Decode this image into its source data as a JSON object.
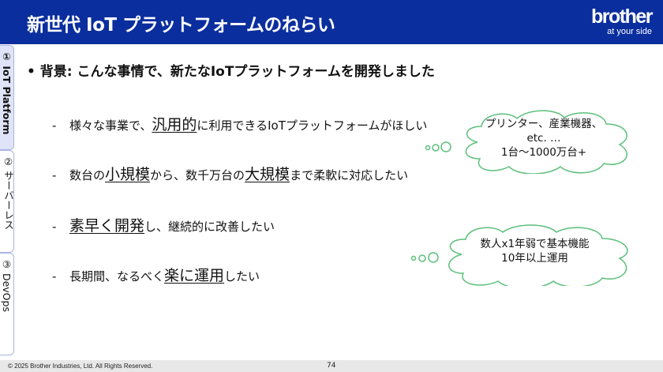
{
  "header": {
    "title": "新世代 IoT プラットフォームのねらい",
    "logo_main": "brother",
    "logo_tagline": "at your side"
  },
  "tabs": [
    {
      "label": "① IoT Platform",
      "active": true
    },
    {
      "label": "② サーバーレス",
      "active": false
    },
    {
      "label": "③ DevOps",
      "active": false
    }
  ],
  "main_bullet": "• 背景: こんな事情で、新たなIoTプラットフォームを開発しました",
  "items": [
    {
      "dash": "-",
      "pre": "様々な事業で、",
      "em": "汎用的",
      "post": "に利用できるIoTプラットフォームがほしい"
    },
    {
      "dash": "-",
      "pre": "数台の",
      "em": "小規模",
      "mid": "から、数千万台の",
      "em2": "大規模",
      "post": "まで柔軟に対応したい"
    },
    {
      "dash": "-",
      "pre": "",
      "em": "素早く開発",
      "post": "し、継続的に改善したい"
    },
    {
      "dash": "-",
      "pre": "長期間、なるべく",
      "em": "楽に運用",
      "post": "したい"
    }
  ],
  "cloud1": {
    "line1": "プリンター、産業機器、",
    "line2": "etc. …",
    "line3": "1台～1000万台+"
  },
  "cloud2": {
    "line1": "数人x1年弱で基本機能",
    "line2": "10年以上運用"
  },
  "colors": {
    "header": "#0b2e9e",
    "cloud_stroke": "#5cbf7a"
  },
  "footer": {
    "copyright": "© 2025 Brother Industries, Ltd. All Rights Reserved.",
    "page": "74"
  }
}
